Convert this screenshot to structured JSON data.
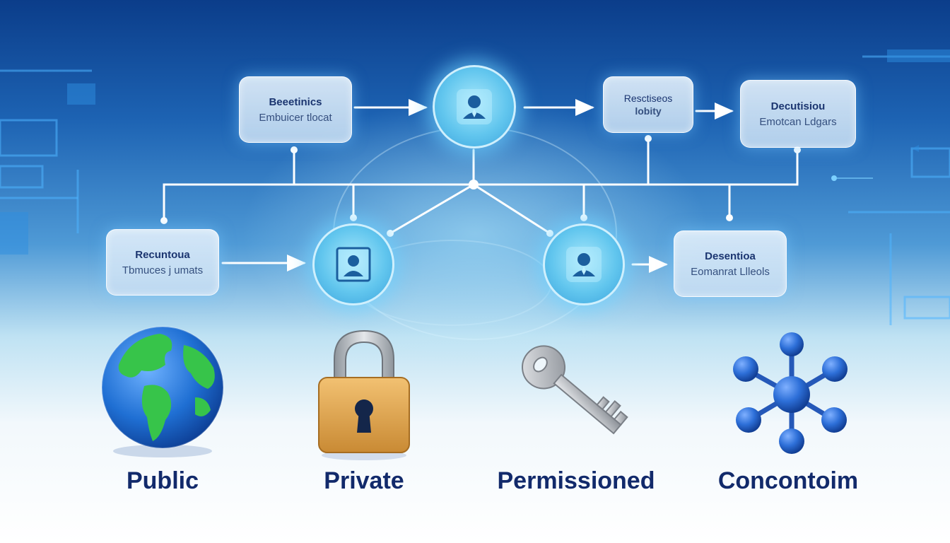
{
  "colors": {
    "background_top": "#0b3d8a",
    "background_bottom": "#ffffff",
    "connector": "#ffffff",
    "box_text": "#1b3570",
    "label_text": "#122a6b",
    "node_glow": "#62c6ee",
    "globe_ocean": "#1f6fd3",
    "globe_land": "#37c44a",
    "lock_body": "#e2a64c",
    "key_metal": "#b8bcc2",
    "network_node": "#2d6fd8"
  },
  "diagram": {
    "boxes": [
      {
        "id": "box1",
        "title": "Beeetinics",
        "subtitle": "Embuicer tlocat"
      },
      {
        "id": "box2",
        "title": "Resctiseos",
        "subtitle": "lobity"
      },
      {
        "id": "box3",
        "title": "Decutisiou",
        "subtitle": "Emotcan Ldgars"
      },
      {
        "id": "box4",
        "title": "Recuntoua",
        "subtitle": "Tbmuces j umats"
      },
      {
        "id": "box5",
        "title": "Desentioa",
        "subtitle": "Eomanrat Llleols"
      }
    ],
    "nodes": [
      {
        "id": "node-top",
        "icon": "user-icon"
      },
      {
        "id": "node-left",
        "icon": "id-card-icon"
      },
      {
        "id": "node-right",
        "icon": "user-icon"
      }
    ]
  },
  "categories": [
    {
      "id": "public",
      "label": "Public",
      "icon": "globe-icon"
    },
    {
      "id": "private",
      "label": "Private",
      "icon": "padlock-icon"
    },
    {
      "id": "permissioned",
      "label": "Permissioned",
      "icon": "key-icon"
    },
    {
      "id": "consortium",
      "label": "Concontoim",
      "icon": "network-icon"
    }
  ]
}
